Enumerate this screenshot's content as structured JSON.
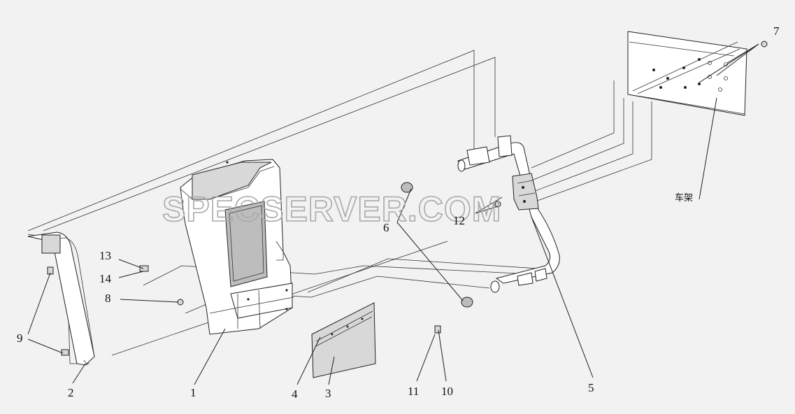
{
  "watermark": "SPECSERVER.COM",
  "frame_label": "车架",
  "callouts": [
    {
      "id": "c1",
      "text": "1"
    },
    {
      "id": "c2",
      "text": "2"
    },
    {
      "id": "c3",
      "text": "3"
    },
    {
      "id": "c4",
      "text": "4"
    },
    {
      "id": "c5",
      "text": "5"
    },
    {
      "id": "c6",
      "text": "6"
    },
    {
      "id": "c7",
      "text": "7"
    },
    {
      "id": "c8",
      "text": "8"
    },
    {
      "id": "c9",
      "text": "9"
    },
    {
      "id": "c10",
      "text": "10"
    },
    {
      "id": "c11",
      "text": "11"
    },
    {
      "id": "c12",
      "text": "12"
    },
    {
      "id": "c13",
      "text": "13"
    },
    {
      "id": "c14",
      "text": "14"
    }
  ]
}
